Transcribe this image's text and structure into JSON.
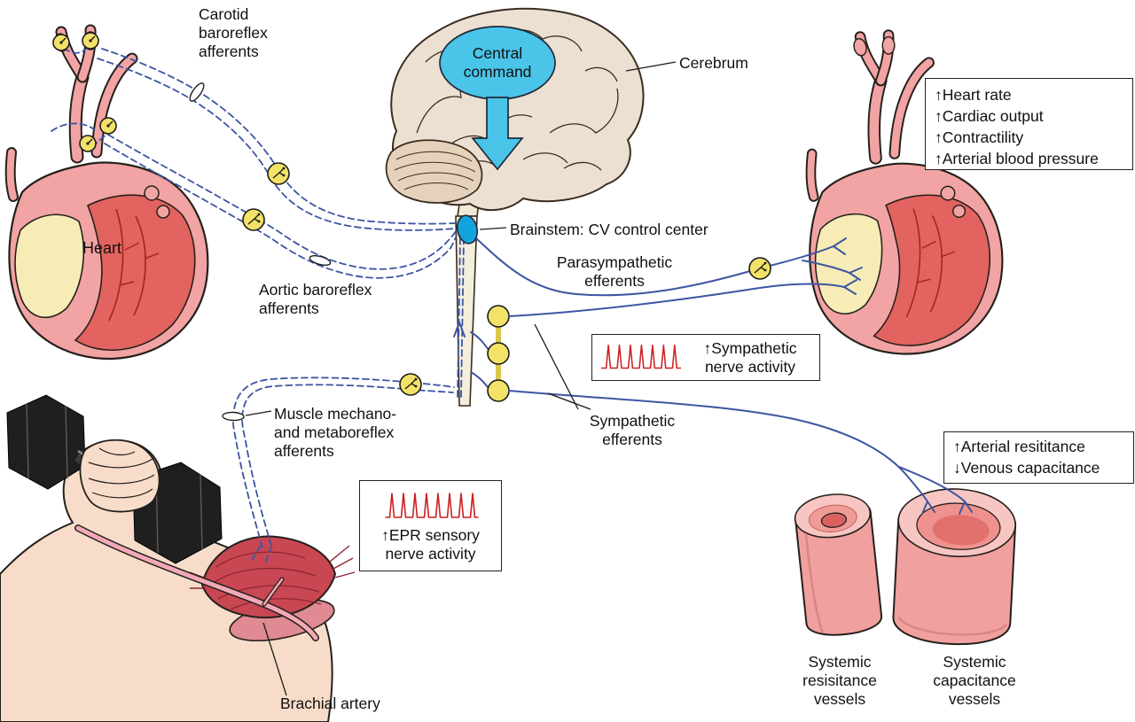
{
  "figure": {
    "labels": {
      "carotid_afferents": [
        "Carotid",
        "baroreflex",
        "afferents"
      ],
      "central_command": [
        "Central",
        "command"
      ],
      "cerebrum": "Cerebrum",
      "heart": "Heart",
      "brainstem": "Brainstem: CV control center",
      "parasympathetic_efferents": [
        "Parasympathetic",
        "efferents"
      ],
      "aortic_afferents": [
        "Aortic baroreflex",
        "afferents"
      ],
      "sympathetic_efferents": [
        "Sympathetic",
        "efferents"
      ],
      "muscle_afferents": [
        "Muscle mechano-",
        "and metaboreflex",
        "afferents"
      ],
      "brachial_artery": "Brachial artery",
      "systemic_resistance": [
        "Systemic",
        "resisitance",
        "vessels"
      ],
      "systemic_capacitance": [
        "Systemic",
        "capacitance",
        "vessels"
      ]
    },
    "boxes": {
      "cardiac_effects": [
        "↑Heart rate",
        "↑Cardiac output",
        "↑Contractility",
        "↑Arterial blood pressure"
      ],
      "sympathetic_activity": [
        "↑Sympathetic",
        "nerve activity"
      ],
      "epr_activity": [
        "↑EPR sensory",
        "nerve activity"
      ],
      "vascular_effects": [
        "↑Arterial resititance",
        "↓Venous capacitance"
      ]
    },
    "colors": {
      "nerve_blue": "#3d55a2",
      "cyan": "#4ac4e8",
      "node_yellow": "#f2e268",
      "heart_pink": "#f2a3a3",
      "heart_red": "#e2635f",
      "pale_yellow": "#f7ecb5",
      "skin": "#f7ddc9",
      "muscle_red": "#c84753",
      "brain_beige": "#ece0d2",
      "spike_red": "#cc2020",
      "ink": "#1c1c1c"
    }
  }
}
